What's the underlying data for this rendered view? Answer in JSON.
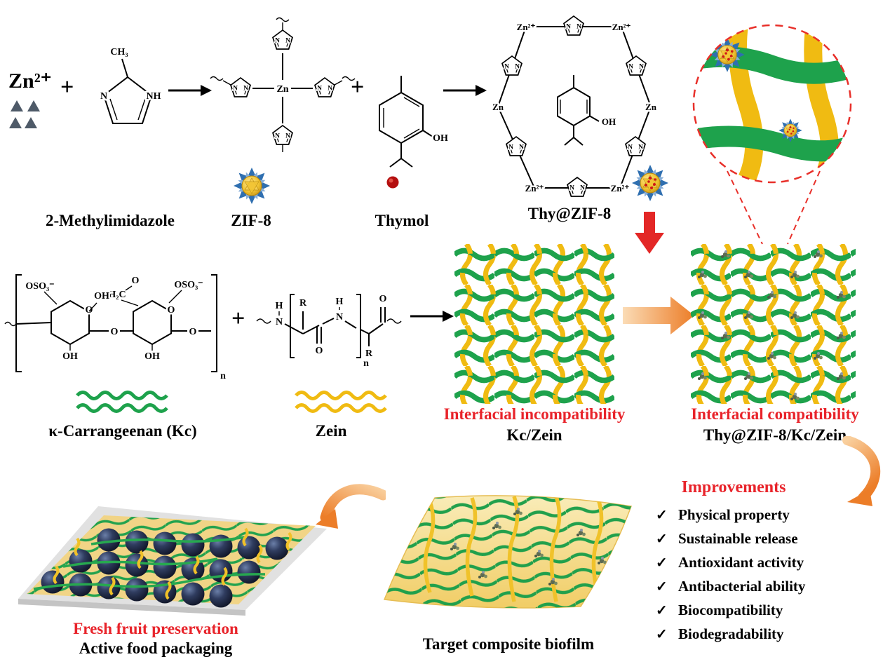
{
  "colors": {
    "green": "#1ea24c",
    "yellow": "#f0bb12",
    "red": "#e8232a",
    "orange": "#ee7d28",
    "triangle_gray": "#4e5a68"
  },
  "chem": {
    "zn_ion": "Zn²⁺",
    "zn": "Zn",
    "ch3": "CH₃",
    "nh": "NH",
    "n_atom": "N",
    "h_atom": "H",
    "oh": "OH",
    "o_atom": "O",
    "oso3": "OSO₃⁻",
    "h2c": "H₂C",
    "r_group": "R",
    "n_sub": "n",
    "plus": "+"
  },
  "labels": {
    "methylimidazole": "2-Methylimidazole",
    "zif8": "ZIF-8",
    "thymol": "Thymol",
    "thy_zif8": "Thy@ZIF-8",
    "kc": "κ-Carrangeenan (Kc)",
    "zein": "Zein",
    "incompatibility_title": "Interfacial incompatibility",
    "incompatibility_sub": "Kc/Zein",
    "compatibility_title": "Interfacial compatibility",
    "compatibility_sub": "Thy@ZIF-8/Kc/Zein",
    "fruit_title": "Fresh fruit preservation",
    "fruit_sub": "Active food packaging",
    "biofilm": "Target composite biofilm",
    "improvements_title": "Improvements"
  },
  "improvements": [
    {
      "check": "✓",
      "text": "Physical property"
    },
    {
      "check": "✓",
      "text": "Sustainable release"
    },
    {
      "check": "✓",
      "text": "Antioxidant activity"
    },
    {
      "check": "✓",
      "text": "Antibacterial ability"
    },
    {
      "check": "✓",
      "text": "Biocompatibility"
    },
    {
      "check": "✓",
      "text": "Biodegradability"
    }
  ]
}
